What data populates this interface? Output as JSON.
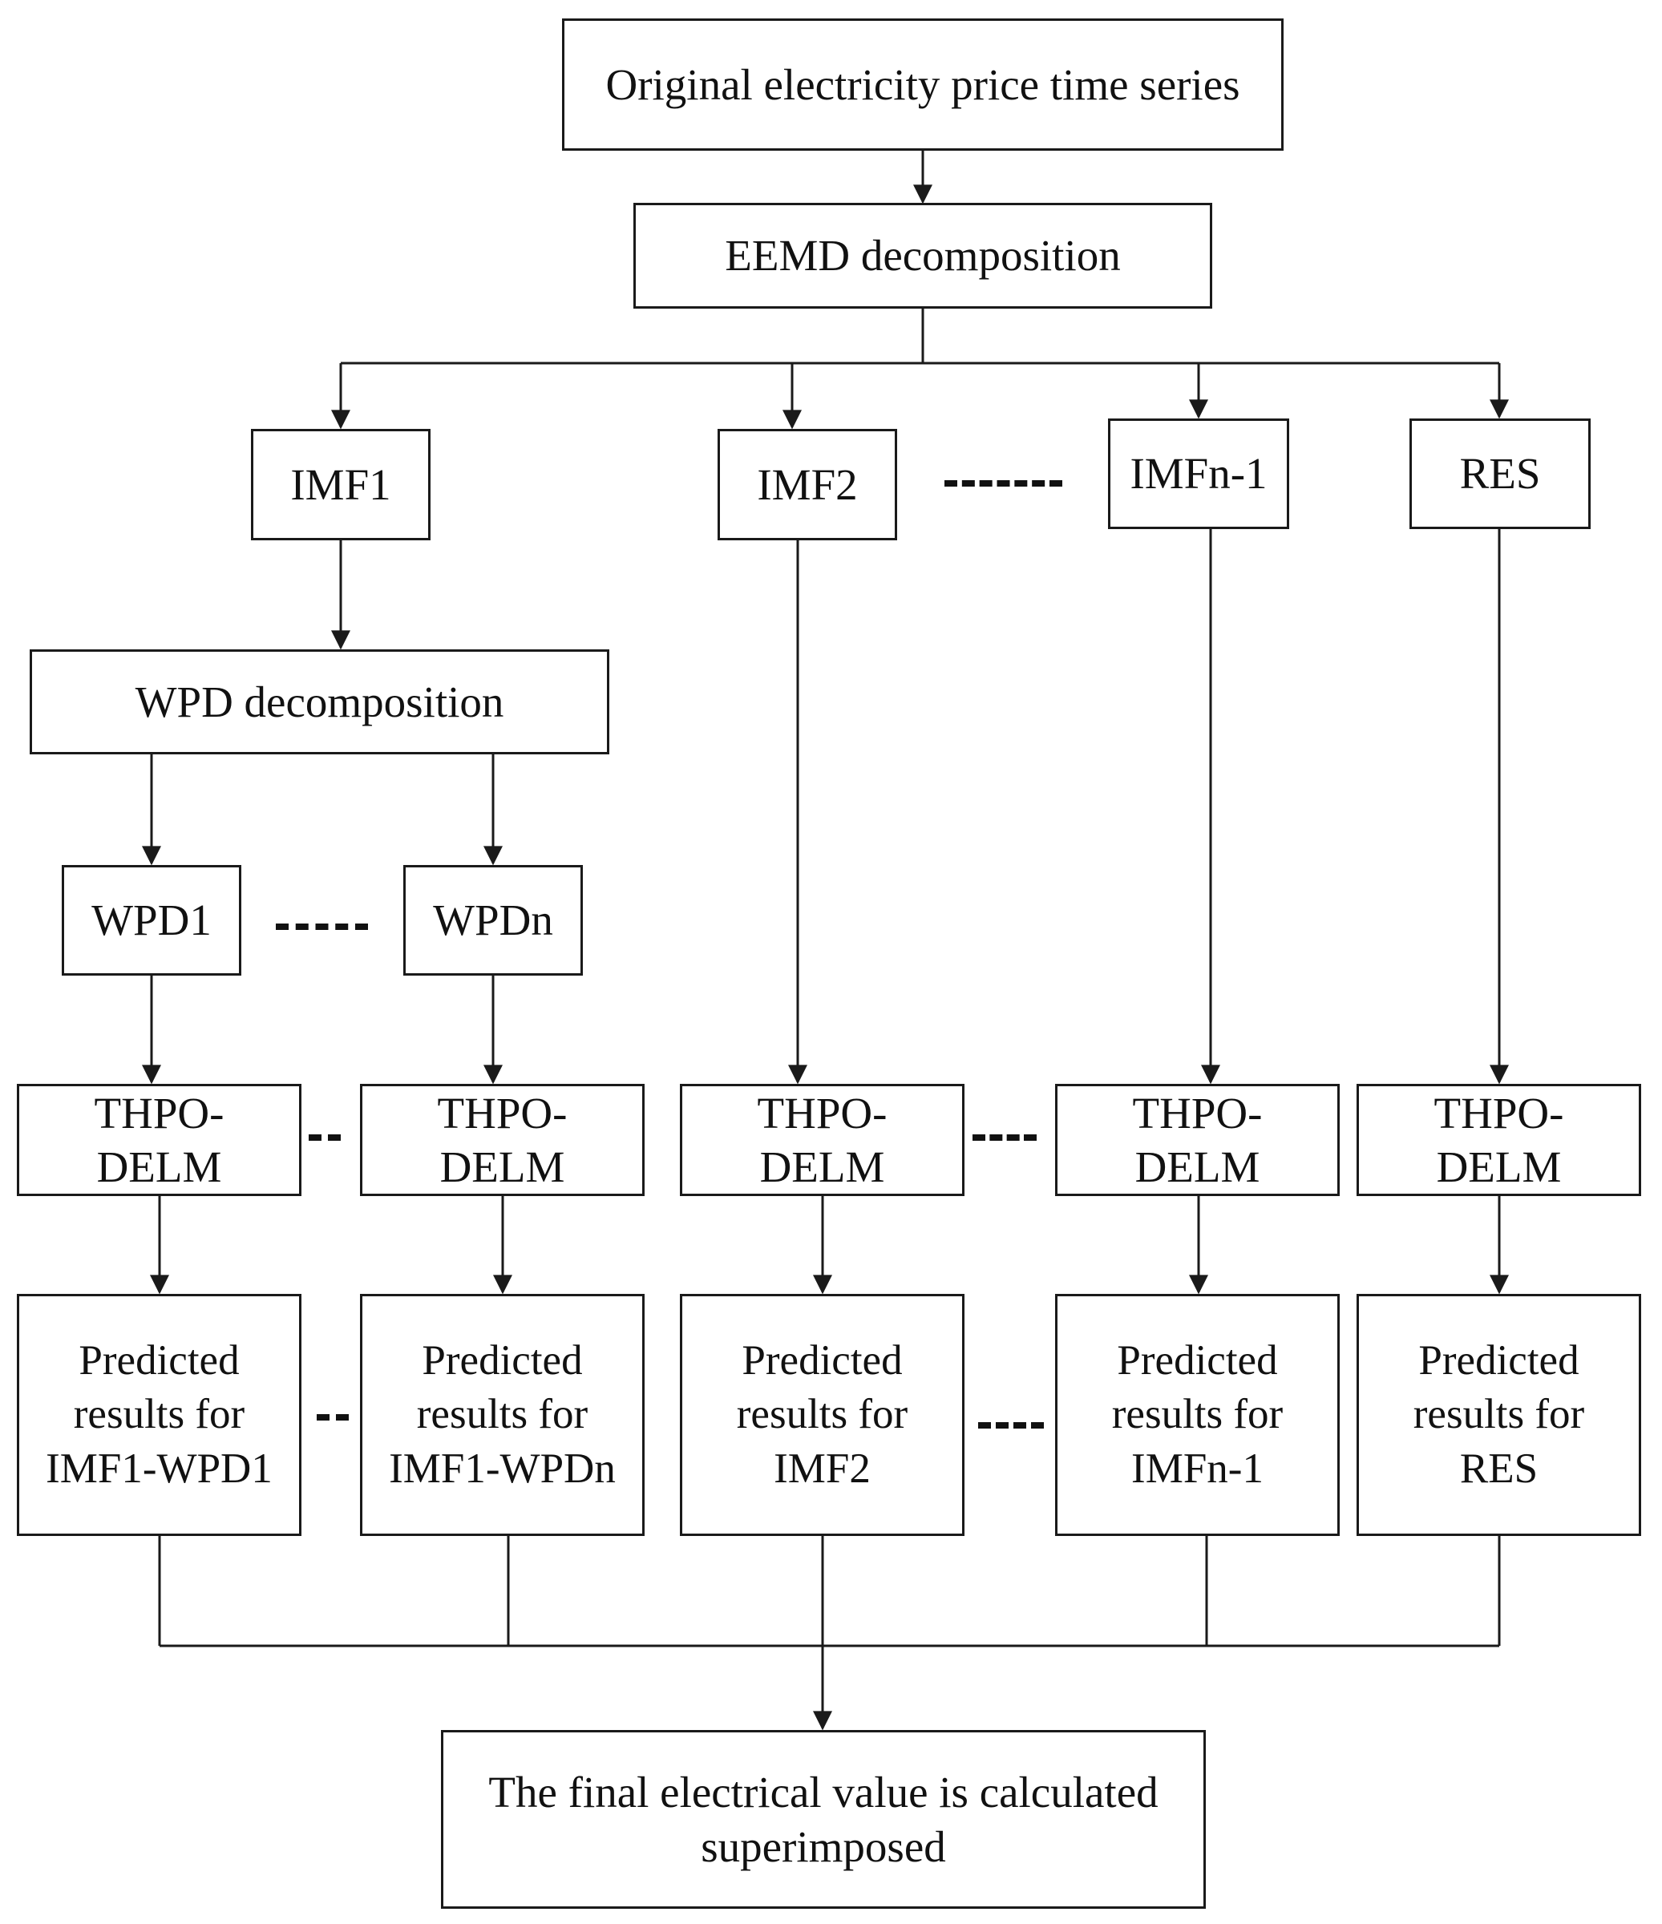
{
  "diagram": {
    "nodes": {
      "original": {
        "label": "Original electricity price time series"
      },
      "eemd": {
        "label": "EEMD decomposition"
      },
      "imf1": {
        "label": "IMF1"
      },
      "imf2": {
        "label": "IMF2"
      },
      "imfn1": {
        "label": "IMFn-1"
      },
      "res": {
        "label": "RES"
      },
      "wpd": {
        "label": "WPD decomposition"
      },
      "wpd1": {
        "label": "WPD1"
      },
      "wpdn": {
        "label": "WPDn"
      },
      "model": {
        "line1": "THPO-",
        "line2": "DELM"
      },
      "pred_imf1_wpd1": {
        "line1": "Predicted",
        "line2": "results for",
        "line3": "IMF1-WPD1"
      },
      "pred_imf1_wpdn": {
        "line1": "Predicted",
        "line2": "results for",
        "line3": "IMF1-WPDn"
      },
      "pred_imf2": {
        "line1": "Predicted",
        "line2": "results for",
        "line3": "IMF2"
      },
      "pred_imfn1": {
        "line1": "Predicted",
        "line2": "results for",
        "line3": "IMFn-1"
      },
      "pred_res": {
        "line1": "Predicted",
        "line2": "results for",
        "line3": "RES"
      },
      "final": {
        "line1": "The final electrical value is calculated",
        "line2": "superimposed"
      }
    },
    "edges": [
      {
        "from": "original",
        "to": "eemd"
      },
      {
        "from": "eemd",
        "to": "imf1"
      },
      {
        "from": "eemd",
        "to": "imf2"
      },
      {
        "from": "eemd",
        "to": "imfn1"
      },
      {
        "from": "eemd",
        "to": "res"
      },
      {
        "from": "imf1",
        "to": "wpd"
      },
      {
        "from": "wpd",
        "to": "wpd1"
      },
      {
        "from": "wpd",
        "to": "wpdn"
      },
      {
        "from": "wpd1",
        "to": "thpo-delm"
      },
      {
        "from": "wpdn",
        "to": "thpo-delm"
      },
      {
        "from": "imf2",
        "to": "thpo-delm"
      },
      {
        "from": "imfn1",
        "to": "thpo-delm"
      },
      {
        "from": "res",
        "to": "thpo-delm"
      },
      {
        "from": "thpo-delm",
        "to": "predicted-results"
      },
      {
        "from": "predicted-results",
        "to": "final"
      }
    ],
    "colors": {
      "line": "#1a1a1a",
      "text": "#111111",
      "background": "#ffffff"
    }
  }
}
